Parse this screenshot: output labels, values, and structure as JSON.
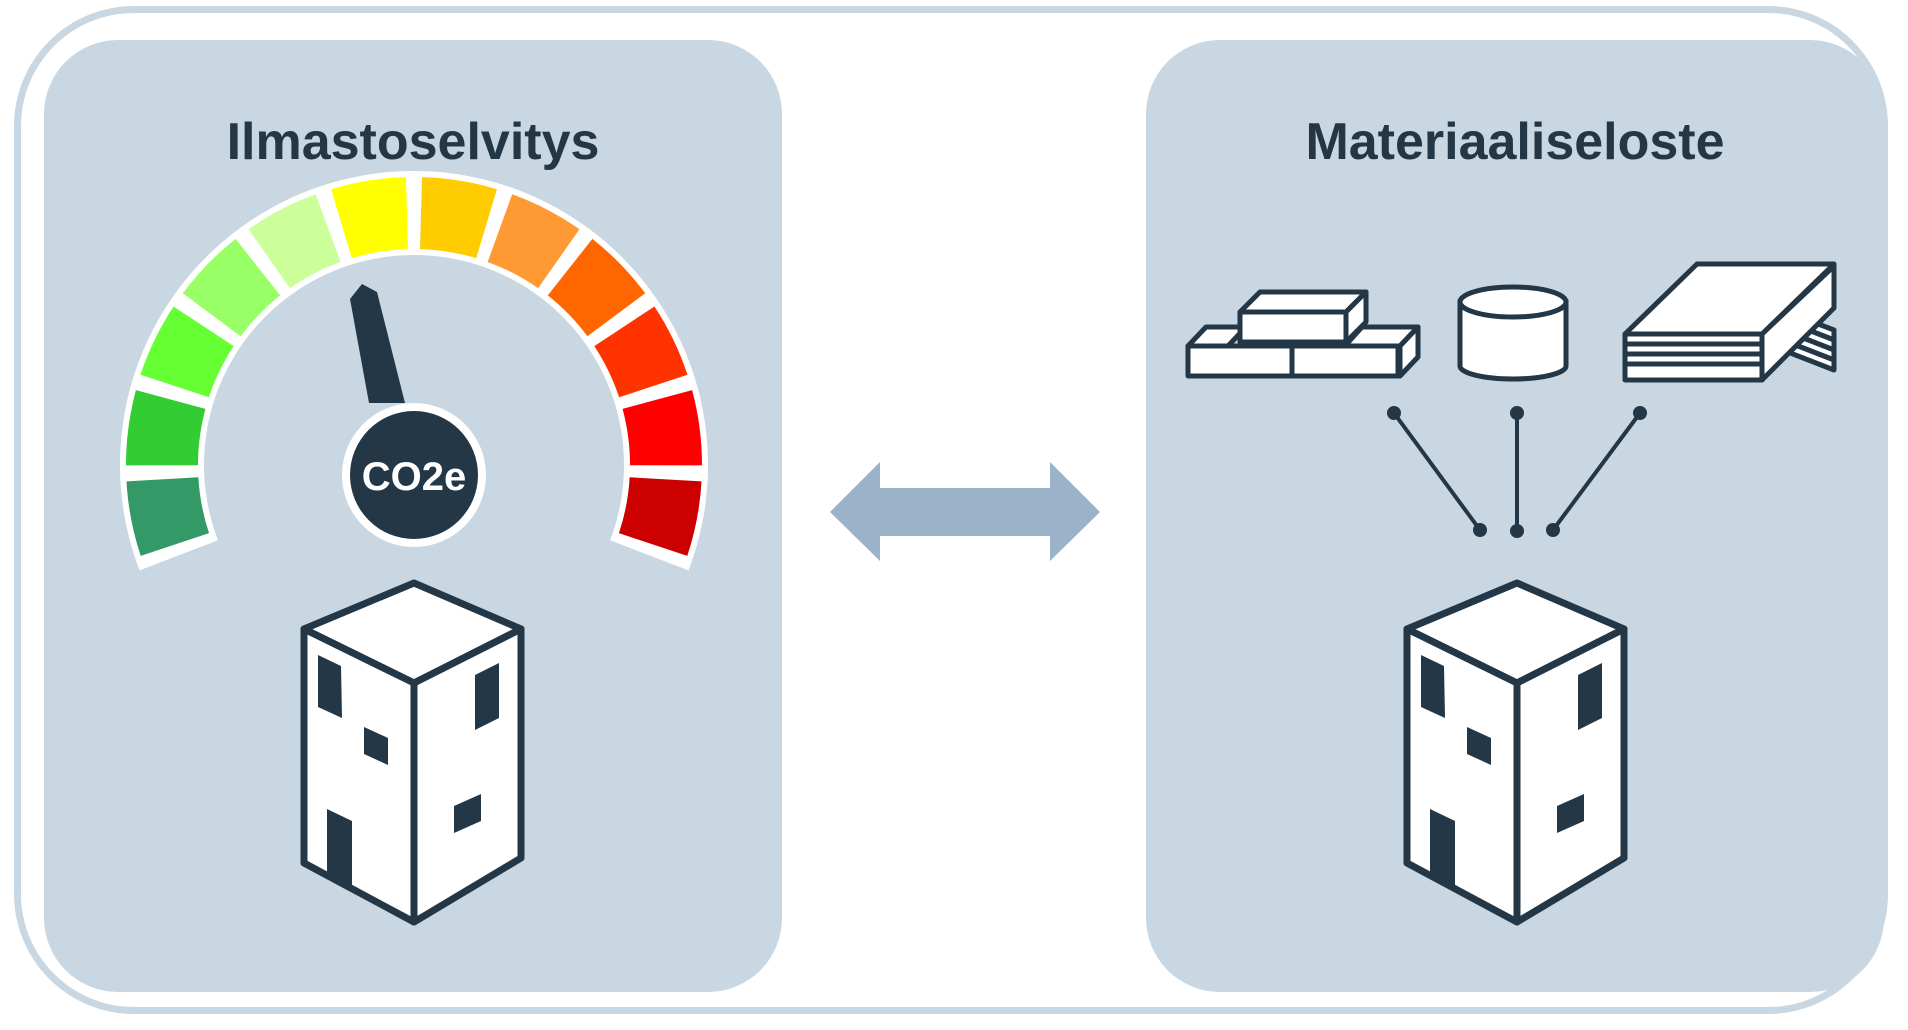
{
  "left_panel": {
    "title": "Ilmastoselvitys",
    "gauge": {
      "label": "CO2e",
      "segment_colors": [
        "#339966",
        "#33cc33",
        "#66ff33",
        "#99ff66",
        "#ccff99",
        "#ffff00",
        "#ffcc00",
        "#ff9933",
        "#ff6600",
        "#ff3300",
        "#ff0000",
        "#cc0000"
      ]
    },
    "icon": "building-icon"
  },
  "connector": {
    "icon": "double-arrow-icon",
    "color": "#9ab3c9"
  },
  "right_panel": {
    "title": "Materiaaliseloste",
    "materials": [
      "bricks-icon",
      "cylinder-icon",
      "layered-slab-icon"
    ],
    "icon": "building-icon"
  },
  "colors": {
    "panel": "#c9d7e2",
    "ink": "#243746",
    "frame": "#c9d7e2"
  }
}
